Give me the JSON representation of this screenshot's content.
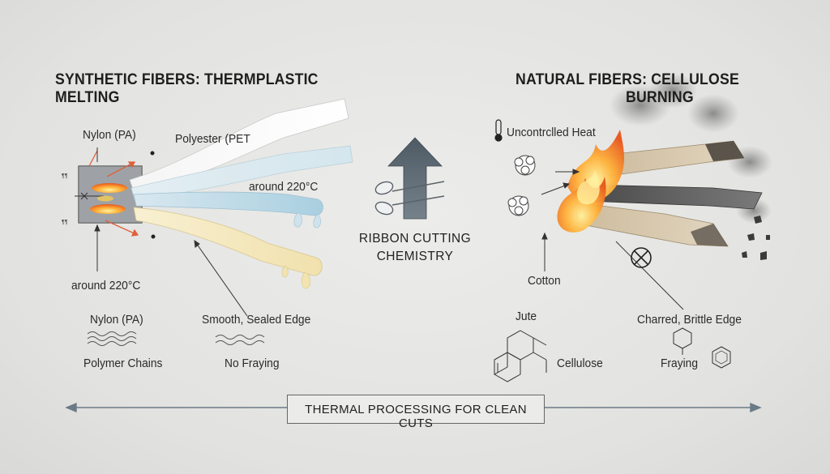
{
  "left": {
    "title_line1": "SYNTHETIC FIBERS: THERMPLASTIC",
    "title_line2": "MELTING",
    "label_nylon_top": "Nylon (PA)",
    "label_polyester": "Polyester (PET",
    "label_temp_right": "around 220°C",
    "label_temp_bottom": "around 220°C",
    "label_nylon_bottom": "Nylon (PA)",
    "label_polymer_chains": "Polymer Chains",
    "label_smooth_edge": "Smooth, Sealed Edge",
    "label_no_fraying": "No Fraying"
  },
  "center": {
    "line1": "RIBBON CUTTING",
    "line2": "CHEMISTRY",
    "arrow_color": "#5b6670"
  },
  "right": {
    "title_line1": "NATURAL FIBERS: CELLULOSE",
    "title_line2": "BURNING",
    "label_heat": "Uncontrclled Heat",
    "label_cotton": "Cotton",
    "label_jute": "Jute",
    "label_cellulose": "Cellulose",
    "label_charred": "Charred, Brittle Edge",
    "label_fraying": "Fraying"
  },
  "banner": {
    "text": "THERMAL PROCESSING FOR CLEAN CUTS"
  },
  "colors": {
    "flame": "#f07a1e",
    "flame_core": "#ffd24a",
    "arrow_accent": "#e0603a",
    "melt_yellow": "#f3e6b8",
    "melt_blue": "#bfd9e6",
    "char": "#3b3b3b"
  }
}
